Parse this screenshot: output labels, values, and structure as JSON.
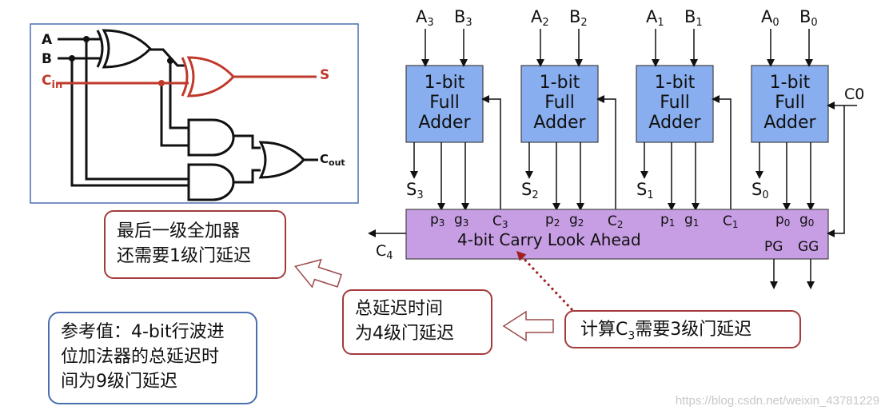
{
  "colors": {
    "full_adder_fill": "#88aef0",
    "cla_fill": "#c79ee3",
    "sum_path": "#c0392b",
    "callout_red_border": "#a43a3a",
    "callout_blue_border": "#4a6fb0",
    "inset_border": "#4a6fb0"
  },
  "full_adder_circuit": {
    "input_a": "A",
    "input_b": "B",
    "input_cin": "C",
    "input_cin_sub": "in",
    "output_s": "S",
    "output_cout": "C",
    "output_cout_sub": "out"
  },
  "full_adders": [
    {
      "line1": "1-bit",
      "line2": "Full",
      "line3": "Adder",
      "a": "A",
      "a_sub": "3",
      "b": "B",
      "b_sub": "3",
      "s": "S",
      "s_sub": "3"
    },
    {
      "line1": "1-bit",
      "line2": "Full",
      "line3": "Adder",
      "a": "A",
      "a_sub": "2",
      "b": "B",
      "b_sub": "2",
      "s": "S",
      "s_sub": "2"
    },
    {
      "line1": "1-bit",
      "line2": "Full",
      "line3": "Adder",
      "a": "A",
      "a_sub": "1",
      "b": "B",
      "b_sub": "1",
      "s": "S",
      "s_sub": "1"
    },
    {
      "line1": "1-bit",
      "line2": "Full",
      "line3": "Adder",
      "a": "A",
      "a_sub": "0",
      "b": "B",
      "b_sub": "0",
      "s": "S",
      "s_sub": "0"
    }
  ],
  "carry_in": "C0",
  "cla": {
    "title": "4-bit Carry Look Ahead",
    "ports": [
      {
        "p": "p",
        "p_sub": "3",
        "g": "g",
        "g_sub": "3",
        "c": "C",
        "c_sub": "3"
      },
      {
        "p": "p",
        "p_sub": "2",
        "g": "g",
        "g_sub": "2",
        "c": "C",
        "c_sub": "2"
      },
      {
        "p": "p",
        "p_sub": "1",
        "g": "g",
        "g_sub": "1",
        "c": "C",
        "c_sub": "1"
      },
      {
        "p": "p",
        "p_sub": "0",
        "g": "g",
        "g_sub": "0"
      }
    ],
    "carry_out": "C",
    "carry_out_sub": "4",
    "pg": "PG",
    "gg": "GG"
  },
  "callouts": {
    "last_stage": [
      "最后一级全加器",
      "还需要1级门延迟"
    ],
    "total_delay": [
      "总延迟时间",
      "为4级门延迟"
    ],
    "c3_delay_pre": "计算C",
    "c3_delay_sub": "3",
    "c3_delay_post": "需要3级门延迟",
    "reference": [
      "参考值：4-bit行波进",
      "位加法器的总延迟时",
      "间为9级门延迟"
    ]
  },
  "watermark": "https://blog.csdn.net/weixin_43781229"
}
